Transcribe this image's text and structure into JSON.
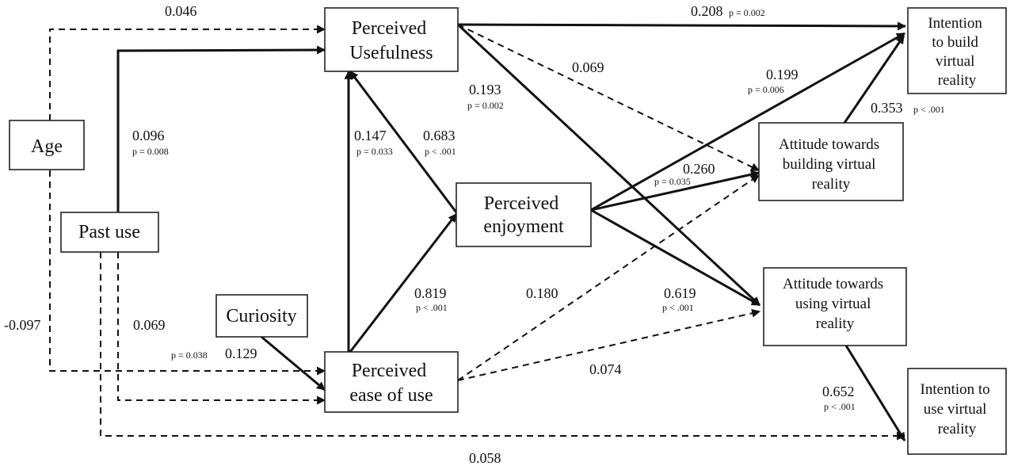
{
  "nodes": {
    "age": {
      "lines": [
        "Age"
      ]
    },
    "past_use": {
      "lines": [
        "Past use"
      ]
    },
    "curiosity": {
      "lines": [
        "Curiosity"
      ]
    },
    "perceived_usefulness": {
      "lines": [
        "Perceived",
        "Usefulness"
      ]
    },
    "perceived_ease_of_use": {
      "lines": [
        "Perceived",
        "ease of use"
      ]
    },
    "perceived_enjoyment": {
      "lines": [
        "Perceived",
        "enjoyment"
      ]
    },
    "attitude_building": {
      "lines": [
        "Attitude towards",
        "building virtual",
        "reality"
      ]
    },
    "attitude_using": {
      "lines": [
        "Attitude towards",
        "using virtual",
        "reality"
      ]
    },
    "intention_build": {
      "lines": [
        "Intention",
        "to build",
        "virtual",
        "reality"
      ]
    },
    "intention_use": {
      "lines": [
        "Intention to",
        "use virtual",
        "reality"
      ]
    }
  },
  "paths": [
    {
      "id": "age-pu",
      "from": "age",
      "to": "perceived_usefulness",
      "style": "dashed",
      "coef": "0.046",
      "p": ""
    },
    {
      "id": "pastuse-pu",
      "from": "past_use",
      "to": "perceived_usefulness",
      "style": "solid",
      "coef": "0.096",
      "p": "p = 0.008"
    },
    {
      "id": "age-peou",
      "from": "age",
      "to": "perceived_ease_of_use",
      "style": "dashed",
      "coef": "-0.097",
      "p": ""
    },
    {
      "id": "pastuse-peou",
      "from": "past_use",
      "to": "perceived_ease_of_use",
      "style": "dashed",
      "coef": "0.069",
      "p": ""
    },
    {
      "id": "pastuse-iu",
      "from": "past_use",
      "to": "intention_use",
      "style": "dashed",
      "coef": "0.058",
      "p": ""
    },
    {
      "id": "curiosity-peou",
      "from": "curiosity",
      "to": "perceived_ease_of_use",
      "style": "solid",
      "coef": "0.129",
      "p": "p = 0.038"
    },
    {
      "id": "peou-pu",
      "from": "perceived_ease_of_use",
      "to": "perceived_usefulness",
      "style": "solid",
      "coef": "0.147",
      "p": "p = 0.033"
    },
    {
      "id": "pe-pu",
      "from": "perceived_enjoyment",
      "to": "perceived_usefulness",
      "style": "solid",
      "coef": "0.683",
      "p": "p < .001"
    },
    {
      "id": "peou-pe",
      "from": "perceived_ease_of_use",
      "to": "perceived_enjoyment",
      "style": "solid",
      "coef": "0.819",
      "p": "p < .001"
    },
    {
      "id": "pu-ib",
      "from": "perceived_usefulness",
      "to": "intention_build",
      "style": "solid",
      "coef": "0.208",
      "p": "p = 0.002"
    },
    {
      "id": "pu-ab",
      "from": "perceived_usefulness",
      "to": "attitude_building",
      "style": "dashed",
      "coef": "0.069",
      "p": ""
    },
    {
      "id": "pu-au",
      "from": "perceived_usefulness",
      "to": "attitude_using",
      "style": "solid",
      "coef": "0.193",
      "p": "p = 0.002"
    },
    {
      "id": "pe-ib",
      "from": "perceived_enjoyment",
      "to": "intention_build",
      "style": "solid",
      "coef": "0.199",
      "p": "p = 0.006"
    },
    {
      "id": "pe-ab",
      "from": "perceived_enjoyment",
      "to": "attitude_building",
      "style": "solid",
      "coef": "0.260",
      "p": "p = 0.035"
    },
    {
      "id": "pe-au",
      "from": "perceived_enjoyment",
      "to": "attitude_using",
      "style": "solid",
      "coef": "0.619",
      "p": "p < .001"
    },
    {
      "id": "peou-ab",
      "from": "perceived_ease_of_use",
      "to": "attitude_building",
      "style": "dashed",
      "coef": "0.180",
      "p": ""
    },
    {
      "id": "peou-au",
      "from": "perceived_ease_of_use",
      "to": "attitude_using",
      "style": "dashed",
      "coef": "0.074",
      "p": ""
    },
    {
      "id": "ab-ib",
      "from": "attitude_building",
      "to": "intention_build",
      "style": "solid",
      "coef": "0.353",
      "p": "p < .001"
    },
    {
      "id": "au-iu",
      "from": "attitude_using",
      "to": "intention_use",
      "style": "solid",
      "coef": "0.652",
      "p": "p < .001"
    }
  ]
}
